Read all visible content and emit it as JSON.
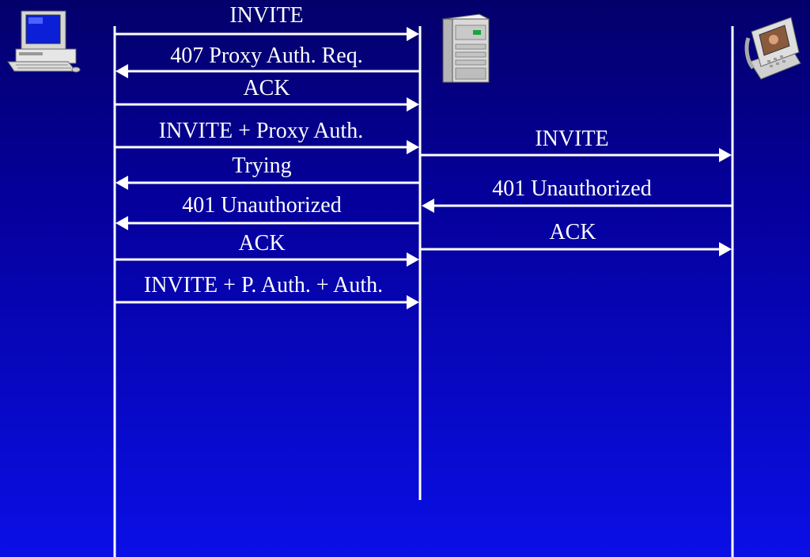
{
  "diagram": {
    "title": "",
    "colors": {
      "background_top": "#04006b",
      "background_bottom": "#0a0fe6",
      "lines": "#ffffff",
      "text": "#ffffff"
    },
    "participants": [
      {
        "name": "",
        "icon": "desktop-computer-icon"
      },
      {
        "name": "",
        "icon": "server-tower-icon"
      },
      {
        "name": "",
        "icon": "video-phone-icon"
      }
    ],
    "messages": [
      {
        "label": "INVITE",
        "from": "client",
        "to": "proxy"
      },
      {
        "label": "407 Proxy Auth. Req.",
        "from": "proxy",
        "to": "client"
      },
      {
        "label": "ACK",
        "from": "client",
        "to": "proxy"
      },
      {
        "label": "INVITE + Proxy Auth.",
        "from": "client",
        "to": "proxy"
      },
      {
        "label": "INVITE",
        "from": "proxy",
        "to": "phone"
      },
      {
        "label": "Trying",
        "from": "proxy",
        "to": "client"
      },
      {
        "label": "401 Unauthorized",
        "from": "phone",
        "to": "proxy"
      },
      {
        "label": "401 Unauthorized",
        "from": "proxy",
        "to": "client"
      },
      {
        "label": "ACK",
        "from": "proxy",
        "to": "phone"
      },
      {
        "label": "ACK",
        "from": "client",
        "to": "proxy"
      },
      {
        "label": "INVITE + P. Auth. + Auth.",
        "from": "client",
        "to": "proxy"
      }
    ]
  }
}
